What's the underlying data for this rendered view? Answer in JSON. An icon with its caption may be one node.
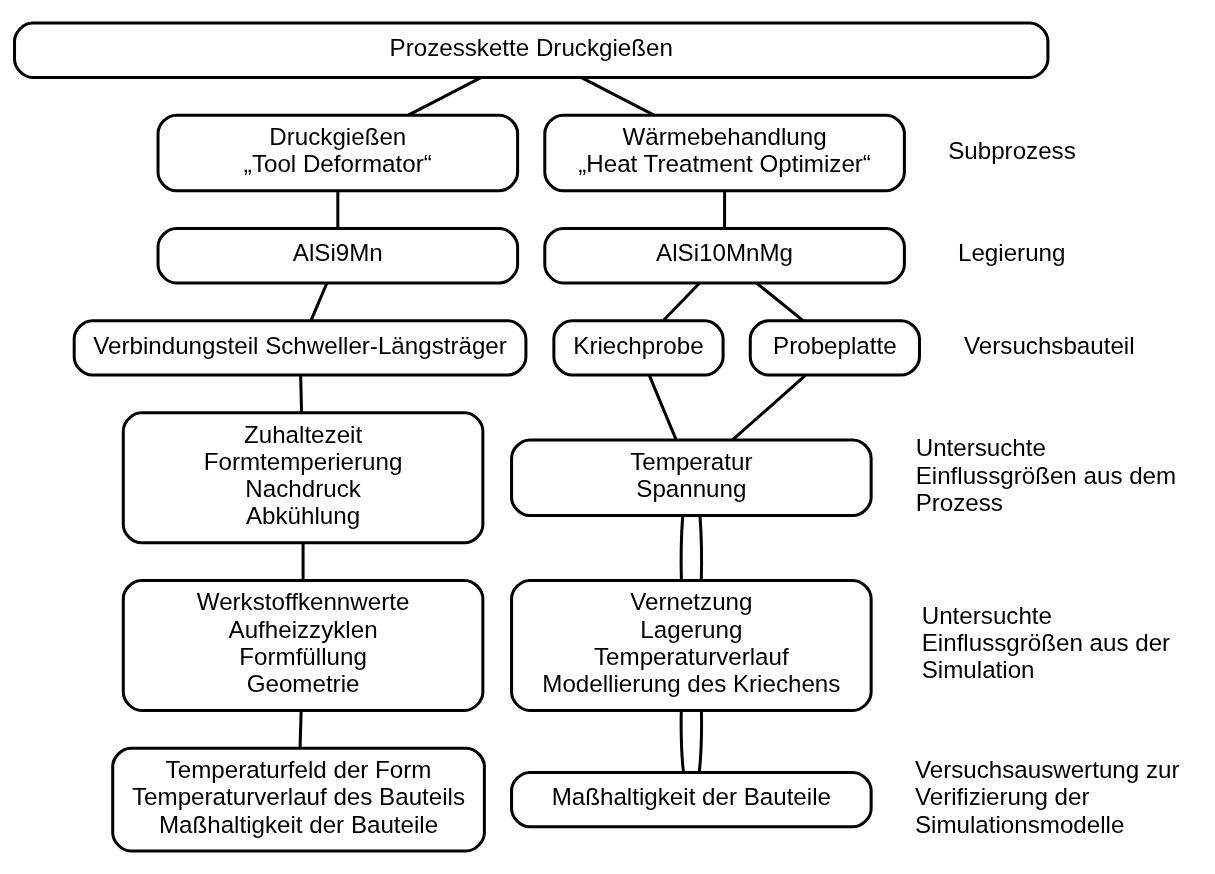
{
  "diagram": {
    "nodes": [
      {
        "text": [
          "Prozesskette Druckgießen"
        ]
      },
      {
        "text": [
          "Druckgießen",
          "„Tool Deformator“"
        ]
      },
      {
        "text": [
          "Wärmebehandlung",
          "„Heat Treatment Optimizer“"
        ]
      },
      {
        "text": [
          "AlSi9Mn"
        ]
      },
      {
        "text": [
          "AlSi10MnMg"
        ]
      },
      {
        "text": [
          "Verbindungsteil Schweller-Längsträger"
        ]
      },
      {
        "text": [
          "Kriechprobe"
        ]
      },
      {
        "text": [
          "Probeplatte"
        ]
      },
      {
        "text": [
          "Zuhaltezeit",
          "Formtemperierung",
          "Nachdruck",
          "Abkühlung"
        ]
      },
      {
        "text": [
          "Temperatur",
          "Spannung"
        ]
      },
      {
        "text": [
          "Werkstoffkennwerte",
          "Aufheizzyklen",
          "Formfüllung",
          "Geometrie"
        ]
      },
      {
        "text": [
          "Vernetzung",
          "Lagerung",
          "Temperaturverlauf",
          "Modellierung des Kriechens"
        ]
      },
      {
        "text": [
          "Temperaturfeld der Form",
          "Temperaturverlauf des Bauteils",
          "Maßhaltigkeit der Bauteile"
        ]
      },
      {
        "text": [
          "Maßhaltigkeit der Bauteile"
        ]
      }
    ],
    "edges": [
      {
        "from": 0,
        "to": 1,
        "arrow": "none"
      },
      {
        "from": 0,
        "to": 2,
        "arrow": "none"
      },
      {
        "from": 1,
        "to": 3,
        "arrow": "none"
      },
      {
        "from": 2,
        "to": 4,
        "arrow": "none"
      },
      {
        "from": 3,
        "to": 5,
        "arrow": "none"
      },
      {
        "from": 4,
        "to": 6,
        "arrow": "none"
      },
      {
        "from": 4,
        "to": 7,
        "arrow": "none"
      },
      {
        "from": 5,
        "to": 8,
        "arrow": "none"
      },
      {
        "from": 6,
        "to": 9,
        "arrow": "none"
      },
      {
        "from": 7,
        "to": 9,
        "arrow": "none"
      },
      {
        "from": 8,
        "to": 10,
        "arrow": "none"
      },
      {
        "from": 9,
        "to": 11,
        "arrow": "none"
      },
      {
        "from": 9,
        "to": 11,
        "arrow": "none"
      },
      {
        "from": 10,
        "to": 12,
        "arrow": "none"
      },
      {
        "from": 11,
        "to": 13,
        "arrow": "none"
      },
      {
        "from": 11,
        "to": 13,
        "arrow": "none"
      }
    ],
    "labels": [
      "Subprozess",
      "Legierung",
      "Versuchsbauteil",
      "Untersuchte Einflussgrößen aus dem Prozess",
      "Untersuchte Einflussgrößen aus der Simulation",
      "Versuchsauswertung zur Verifizierung der Simulationsmodelle"
    ]
  }
}
